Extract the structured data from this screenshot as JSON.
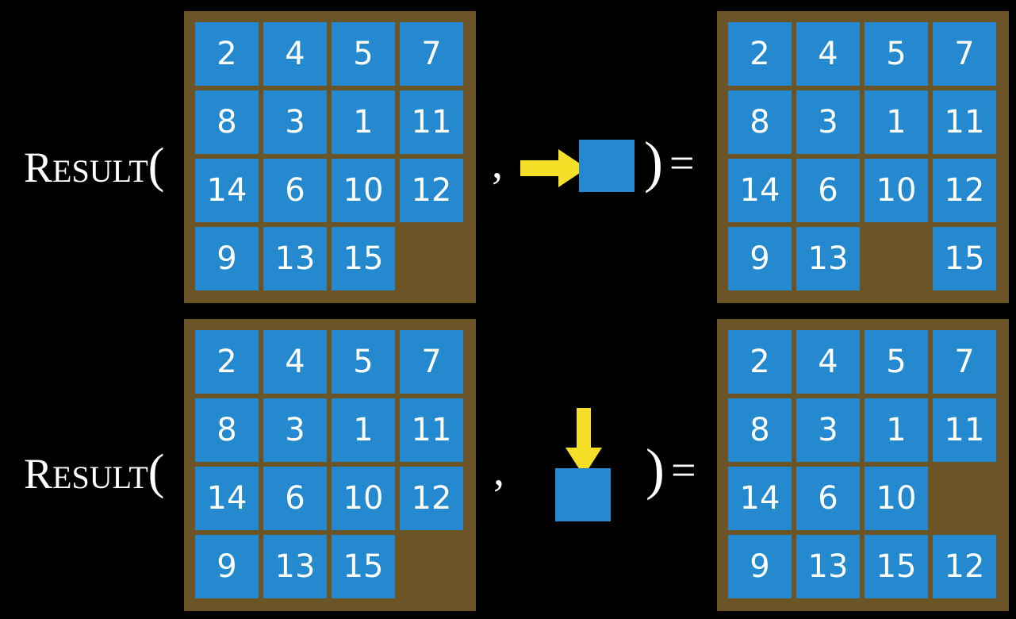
{
  "figure": {
    "background_color": "#000000",
    "board_color": "#6b5425",
    "tile_color": "#2489ce",
    "tile_text_color": "#ffffff",
    "arrow_color": "#f5df27",
    "label_color": "#ffffff"
  },
  "rows": [
    {
      "id": "row-1",
      "label": {
        "cap": "R",
        "rest": "ESULT",
        "open_paren": "("
      },
      "comma": ",",
      "close_paren": ")",
      "equals": "=",
      "action": {
        "direction": "right",
        "icon": "arrow-right-icon",
        "description": "slide tile right"
      },
      "input_grid": {
        "name": "input-board-row-1",
        "rows": [
          [
            "2",
            "4",
            "5",
            "7"
          ],
          [
            "8",
            "3",
            "1",
            "11"
          ],
          [
            "14",
            "6",
            "10",
            "12"
          ],
          [
            "9",
            "13",
            "15",
            ""
          ]
        ]
      },
      "output_grid": {
        "name": "output-board-row-1",
        "rows": [
          [
            "2",
            "4",
            "5",
            "7"
          ],
          [
            "8",
            "3",
            "1",
            "11"
          ],
          [
            "14",
            "6",
            "10",
            "12"
          ],
          [
            "9",
            "13",
            "",
            "15"
          ]
        ]
      }
    },
    {
      "id": "row-2",
      "label": {
        "cap": "R",
        "rest": "ESULT",
        "open_paren": "("
      },
      "comma": ",",
      "close_paren": ")",
      "equals": "=",
      "action": {
        "direction": "down",
        "icon": "arrow-down-icon",
        "description": "slide tile down"
      },
      "input_grid": {
        "name": "input-board-row-2",
        "rows": [
          [
            "2",
            "4",
            "5",
            "7"
          ],
          [
            "8",
            "3",
            "1",
            "11"
          ],
          [
            "14",
            "6",
            "10",
            "12"
          ],
          [
            "9",
            "13",
            "15",
            ""
          ]
        ]
      },
      "output_grid": {
        "name": "output-board-row-2",
        "rows": [
          [
            "2",
            "4",
            "5",
            "7"
          ],
          [
            "8",
            "3",
            "1",
            "11"
          ],
          [
            "14",
            "6",
            "10",
            ""
          ],
          [
            "9",
            "13",
            "15",
            "12"
          ]
        ]
      }
    }
  ]
}
